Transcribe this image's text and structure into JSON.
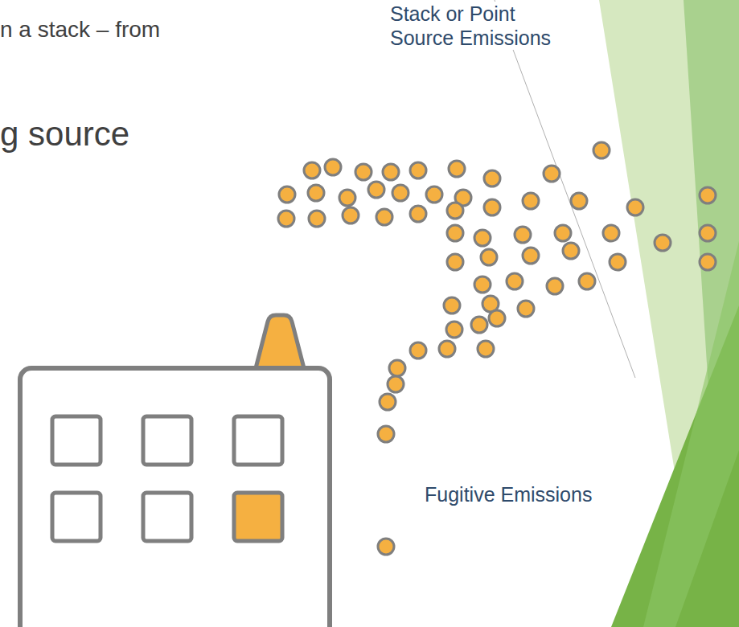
{
  "diagram": {
    "labels": [
      "n a stack – from",
      "g source",
      "Stack or Point Source Emissions",
      "Fugitive Emissions"
    ]
  }
}
